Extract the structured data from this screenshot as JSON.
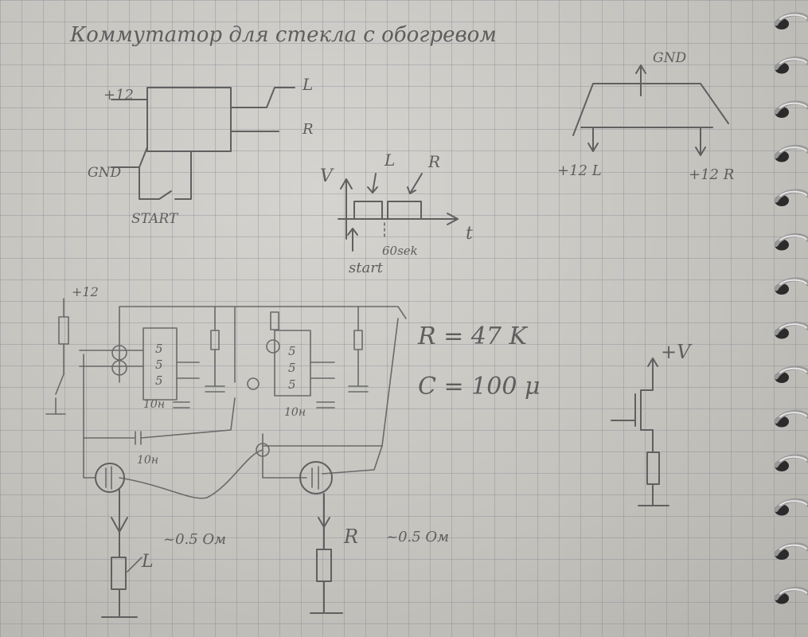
{
  "title": "Коммутатор для стекла с обогревом",
  "block_diagram": {
    "plus12": "+12",
    "gnd": "GND",
    "start": "START",
    "out_l": "L",
    "out_r": "R"
  },
  "timing": {
    "axis_v": "V",
    "axis_t": "t",
    "label_l": "L",
    "label_r": "R",
    "duration": "60sek",
    "start": "start"
  },
  "glass": {
    "gnd": "GND",
    "left": "+12 L",
    "right": "+12 R"
  },
  "schematic": {
    "supply": "+12",
    "ic1_pins": [
      "5",
      "5",
      "5"
    ],
    "ic2_pins": [
      "5",
      "5",
      "5"
    ],
    "cap1": "10н",
    "cap2": "10н",
    "cap3": "10н",
    "values_r": "R = 47 K",
    "values_c": "C = 100 μ",
    "load_left": "L",
    "load_right": "R",
    "res_left": "~0.5 Ом",
    "res_right": "~0.5 Ом"
  },
  "mosfet_detail": {
    "plus_v": "+V"
  }
}
